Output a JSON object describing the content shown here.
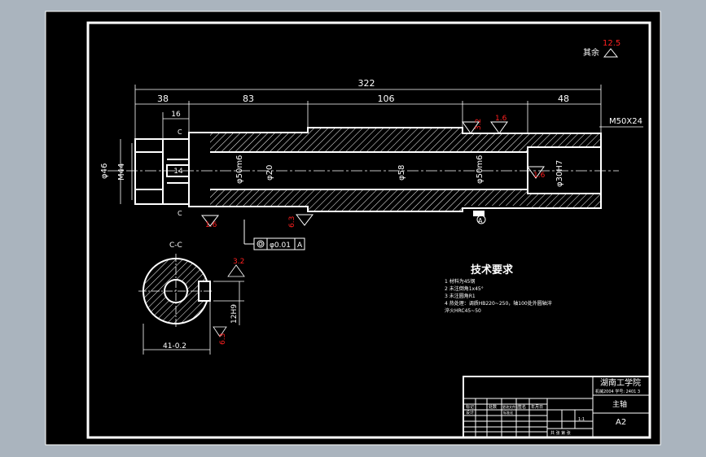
{
  "colors": {
    "background": "#aab4be",
    "paper": "#000000",
    "line": "#ffffff",
    "accent": "#ff2020"
  },
  "drawing": {
    "roughness_other": "其余",
    "roughness_other_value": "12.5",
    "dim_overall": "322",
    "dim_38": "38",
    "dim_83": "83",
    "dim_106": "106",
    "dim_48": "48",
    "dim_16": "16",
    "dim_14": "14",
    "dim_c_top": "C",
    "dim_c_bottom": "C",
    "thread": "M50X24",
    "dia_46": "φ46",
    "dia_m44": "M44",
    "dia_50m6_left": "φ50m6",
    "dia_20": "φ20",
    "dia_58": "φ58",
    "dia_50m6_right": "φ50m6",
    "dia_30h7": "φ30H7",
    "rough_32a": "3.2",
    "rough_16a": "1.6",
    "rough_16b": "1.6",
    "rough_16c": "1.6",
    "rough_63": "6.3",
    "datum_a": "A",
    "tolerance_value": "φ0.01",
    "tolerance_datum": "A",
    "section_label": "C-C",
    "section_rough_32": "3.2",
    "section_rough_63": "6.3",
    "section_dim_12h9": "12H9",
    "section_dim_41": "41-0.2"
  },
  "requirements": {
    "title": "技术要求",
    "items": [
      "1 材料为45钢",
      "2 未注倒角1x45°",
      "3 未注圆角R1",
      "4 热处理：调质HB220~250，轴100处外圆轴淬",
      "淬火HRC45~50"
    ]
  },
  "title_block": {
    "school": "湖南工学院",
    "school_sub": "机械2004  学号: 2401 3",
    "part_name": "主轴",
    "sheet_size": "A2",
    "scale": "1:1",
    "row_labels": [
      "标记",
      "处数",
      "更改文件号",
      "签名",
      "年月日"
    ],
    "row2_labels": [
      "设计",
      "标准化"
    ],
    "sheet_info": "共    张    第    张"
  }
}
